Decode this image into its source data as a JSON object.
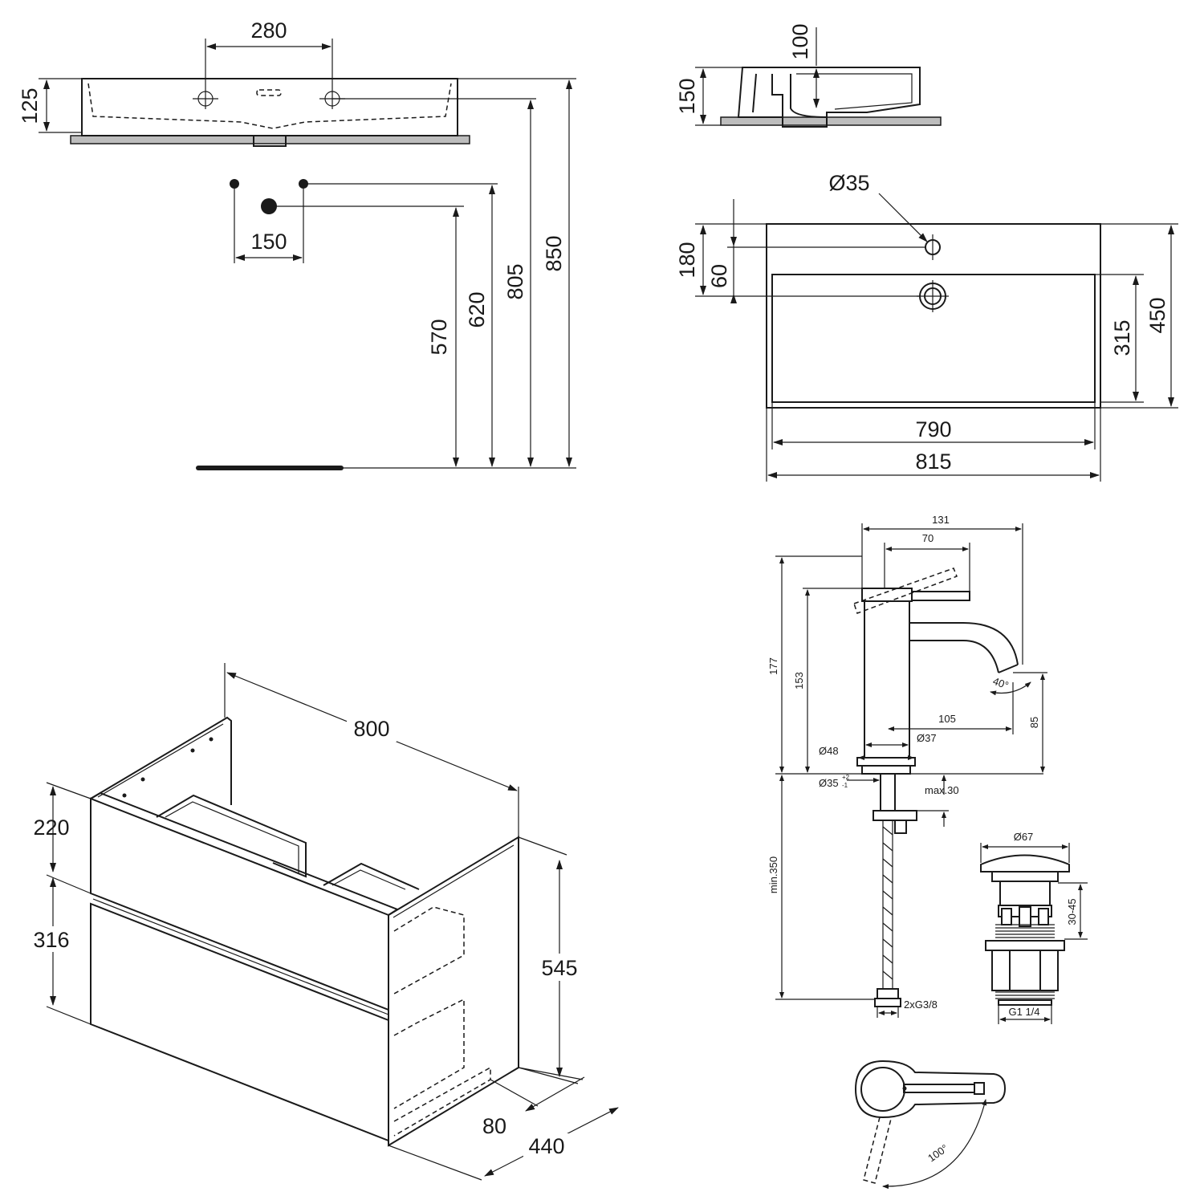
{
  "basin_side_view": {
    "dim_tap_holes_spacing": "280",
    "dim_basin_height": "125",
    "dim_drain_spacing": "150",
    "dim_height_570": "570",
    "dim_height_620": "620",
    "dim_height_805": "805",
    "dim_height_850": "850"
  },
  "basin_profile": {
    "dim_depth": "100",
    "dim_height": "150"
  },
  "basin_top_view": {
    "dim_tap_hole": "Ø35",
    "dim_tap_offset": "180",
    "dim_bowl_offset": "60",
    "dim_bowl_depth": "315",
    "dim_total_depth": "450",
    "dim_bowl_width": "790",
    "dim_total_width": "815"
  },
  "vanity_unit": {
    "dim_width": "800",
    "dim_top_drawer": "220",
    "dim_bottom_drawer": "316",
    "dim_height": "545",
    "dim_plinth": "80",
    "dim_depth": "440"
  },
  "tap": {
    "dim_reach_total": "131",
    "dim_lever": "70",
    "dim_total_height": "177",
    "dim_spout_height": "153",
    "dim_angle_40": "40°",
    "dim_spout_reach": "105",
    "dim_outlet_height": "85",
    "dim_body_dia": "Ø37",
    "dim_base_dia": "Ø48",
    "dim_hole_dia": "Ø35",
    "dim_hole_tol_plus": "+2",
    "dim_hole_tol_minus": "-1",
    "dim_max_thickness": "max.30",
    "dim_min_hose": "min.350",
    "dim_connections": "2xG3/8",
    "dim_rotation": "100°"
  },
  "waste": {
    "dim_cap_dia": "Ø67",
    "dim_range": "30-45",
    "dim_thread": "G1 1/4"
  }
}
